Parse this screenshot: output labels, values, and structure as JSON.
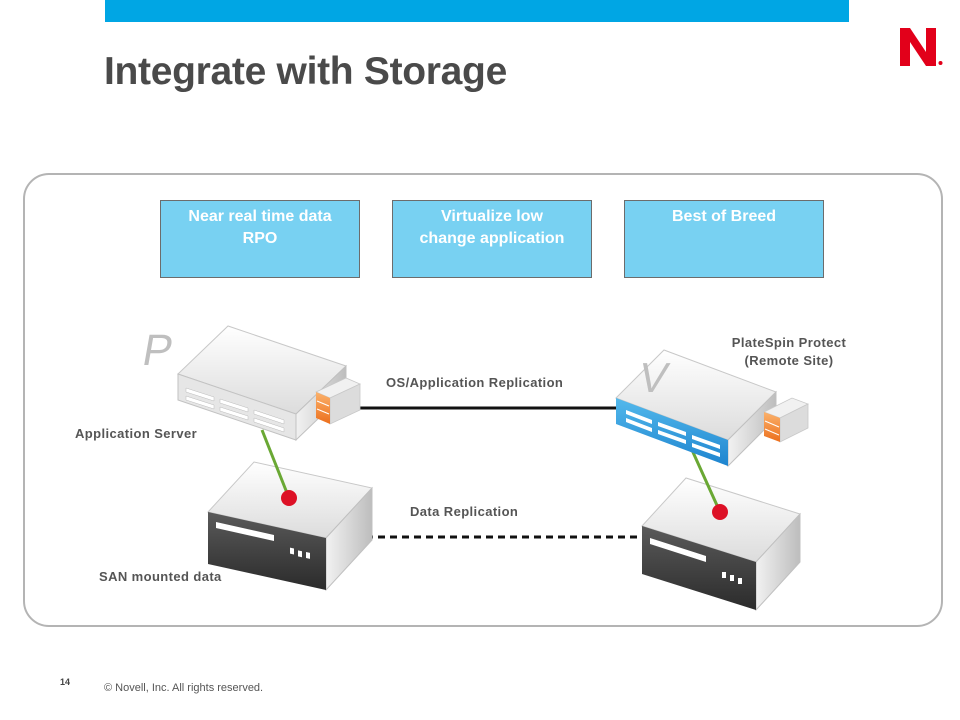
{
  "slide": {
    "title": "Integrate with Storage",
    "page_number": "14",
    "copyright": "© Novell, Inc.  All rights reserved."
  },
  "colors": {
    "accent_bar": "#00a6e4",
    "logo_red": "#e2001a",
    "box_fill": "#78d1f2",
    "title_text": "#4a4a4a",
    "link_green": "#6aa834",
    "node_red": "#dd1126"
  },
  "benefits": [
    {
      "line1": "Near real time data",
      "line2": "RPO"
    },
    {
      "line1": "Virtualize low",
      "line2": "change application"
    },
    {
      "line1": "Best of Breed",
      "line2": ""
    }
  ],
  "labels": {
    "app_server": "Application Server",
    "san_data": "SAN mounted data",
    "os_replication": "OS/Application Replication",
    "data_replication": "Data Replication",
    "platespin_line1": "PlateSpin Protect",
    "platespin_line2": "(Remote Site)"
  },
  "server_letters": {
    "app_server": "P",
    "virtual_server": "V"
  },
  "icons": {
    "logo": "novell-logo-icon",
    "app_server": "physical-server-icon",
    "virtual_server": "virtual-server-icon",
    "storage": "storage-array-icon"
  }
}
